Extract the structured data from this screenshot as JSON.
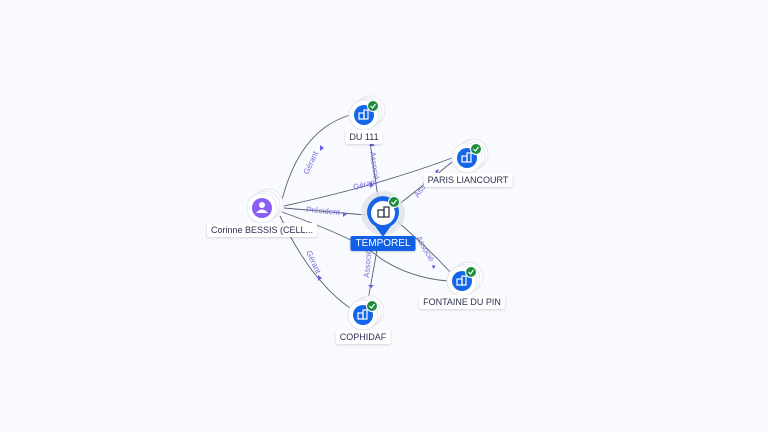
{
  "colors": {
    "company": "#1565e8",
    "person": "#8b5cf6",
    "check": "#1e8e3e",
    "selected": "#1060e8"
  },
  "nodes": {
    "person": {
      "label": "Corinne BESSIS (CELL...",
      "icon": "person-icon"
    },
    "du111": {
      "label": "DU 111",
      "icon": "building-icon"
    },
    "paris": {
      "label": "PARIS LIANCOURT",
      "icon": "building-icon"
    },
    "temporel": {
      "label": "TEMPOREL",
      "icon": "building-icon"
    },
    "fontaine": {
      "label": "FONTAINE DU PIN",
      "icon": "building-icon"
    },
    "cophidaf": {
      "label": "COPHIDAF",
      "icon": "building-icon"
    }
  },
  "edges": {
    "p_du111": "Gérant",
    "p_paris": "Gérant",
    "p_temporel": "Président",
    "p_cophidaf": "Gérant",
    "t_du111": "Associé",
    "t_paris": "Associé",
    "t_fontaine": "Associé",
    "t_cophidaf": "Associé"
  }
}
